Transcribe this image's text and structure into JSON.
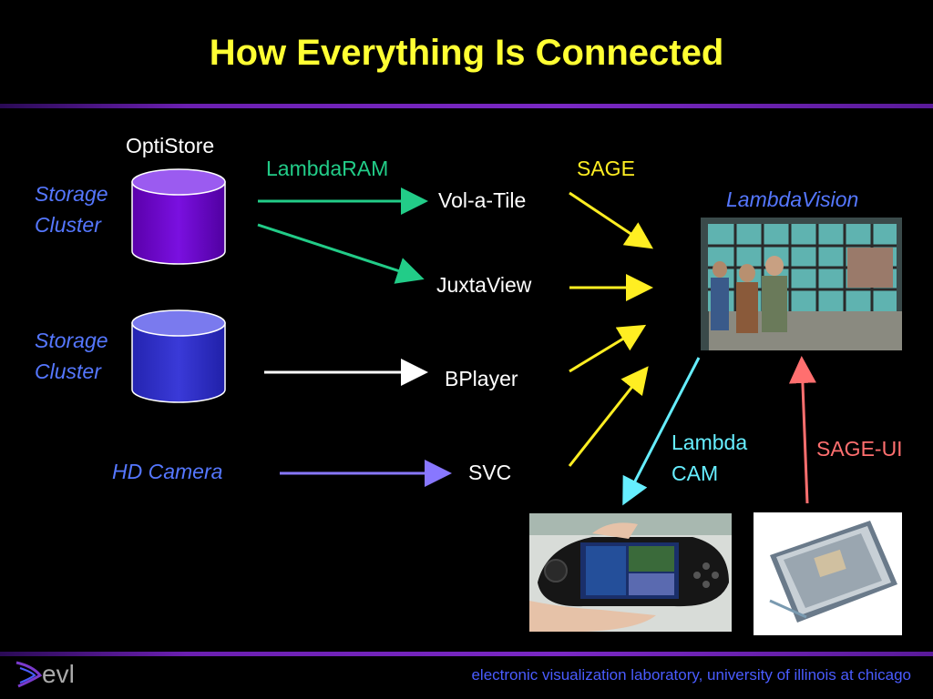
{
  "title": "How Everything Is Connected",
  "labels": {
    "optistore": "OptiStore",
    "storage_cluster_1": [
      "Storage",
      "Cluster"
    ],
    "storage_cluster_2": [
      "Storage",
      "Cluster"
    ],
    "hd_camera": "HD Camera",
    "lambdaram": "LambdaRAM",
    "sage": "SAGE",
    "vol_a_tile": "Vol-a-Tile",
    "juxtaview": "JuxtaView",
    "bplayer": "BPlayer",
    "svc": "SVC",
    "lambdavision": "LambdaVision",
    "lambda_cam": [
      "Lambda",
      "CAM"
    ],
    "sage_ui": "SAGE-UI"
  },
  "footer": {
    "logo_text": "evl",
    "lab_name": "electronic visualization laboratory, university of illinois at chicago"
  },
  "colors": {
    "title": "#ffff33",
    "rule": "#7a28c4",
    "storage_top_purple": "#7700dd",
    "storage_top_blue": "#3333cc",
    "arrow_green": "#22cc88",
    "arrow_white": "#ffffff",
    "arrow_violet": "#8877ff",
    "arrow_yellow": "#ffee22",
    "arrow_cyan": "#66eeff",
    "arrow_salmon": "#ff6f6f"
  },
  "icons": [
    "storage-cylinder-icon",
    "evl-logo-icon"
  ]
}
